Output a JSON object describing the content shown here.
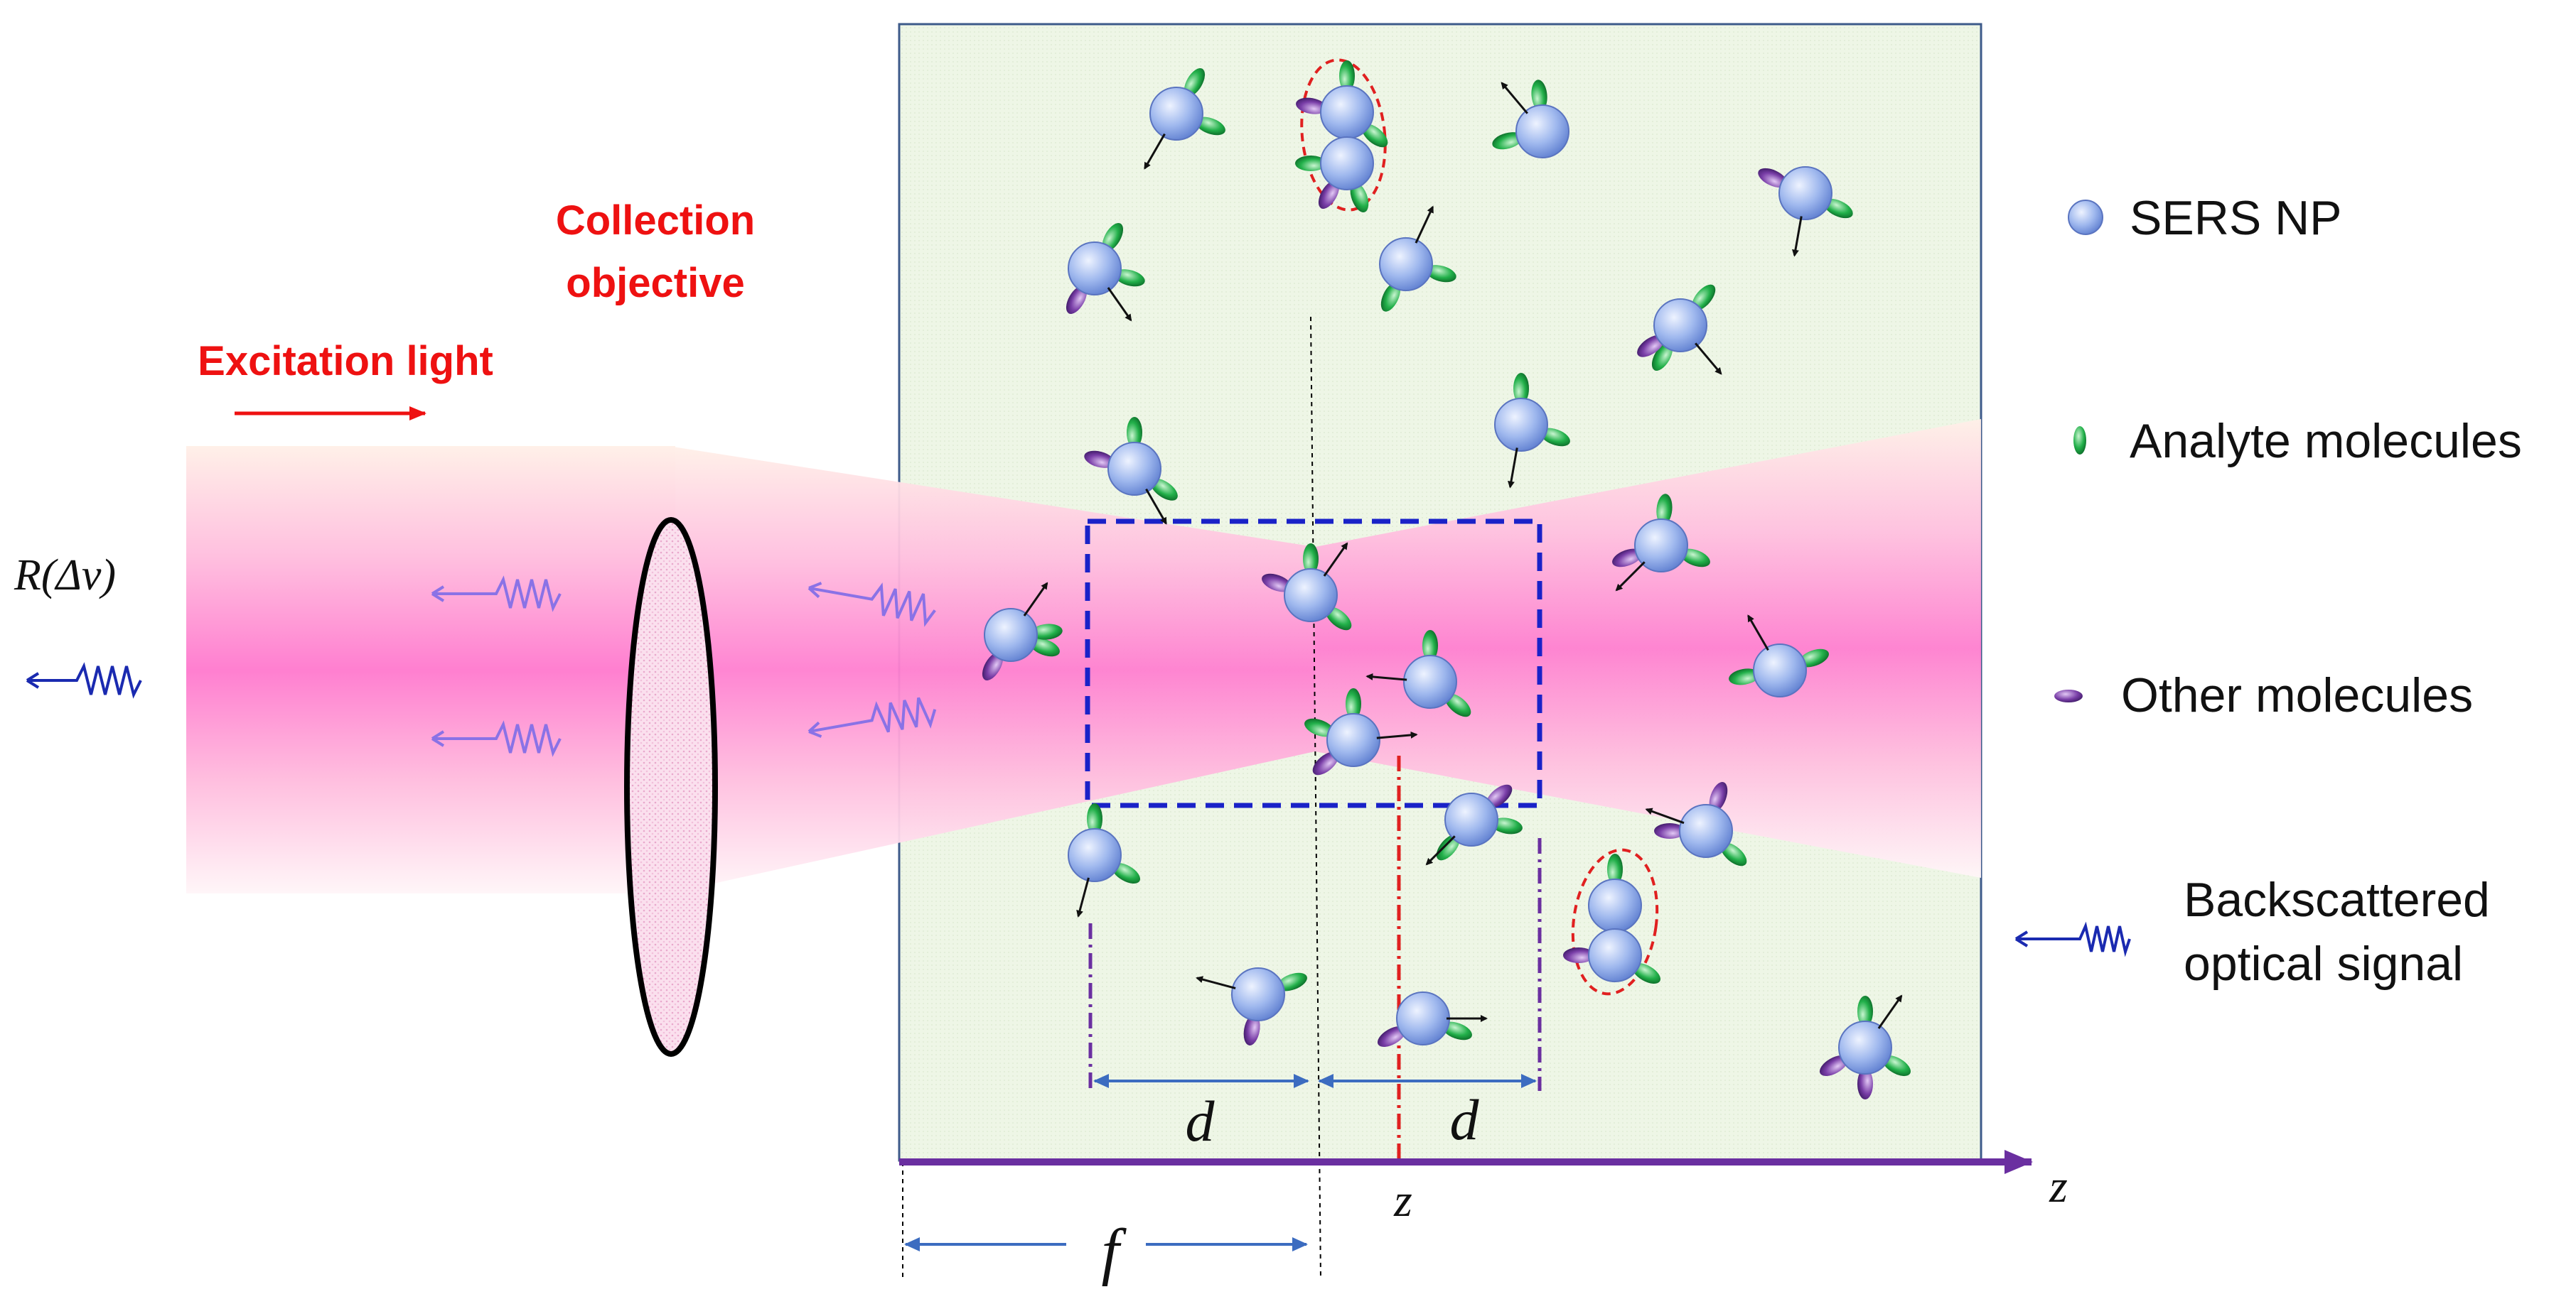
{
  "labels": {
    "collection_line1": "Collection",
    "collection_line2": "objective",
    "excitation": "Excitation light",
    "r_delta": "R(Δv)",
    "d_left": "d",
    "d_right": "d",
    "z_marker": "z",
    "z_axis": "z",
    "f": "f"
  },
  "legend": [
    {
      "label": "SERS NP",
      "icon": "nanoparticle-icon"
    },
    {
      "label": "Analyte molecules",
      "icon": "analyte-molecule-icon"
    },
    {
      "label": "Other molecules",
      "icon": "other-molecule-icon"
    },
    {
      "label": "Backscattered",
      "label2": "optical  signal",
      "icon": "backscattered-signal-icon"
    }
  ],
  "colors": {
    "excitation": "#ee1111",
    "beam_core": "#ff7fd0",
    "beam_edge": "#ffe4ef",
    "sample_bg": "#eef6e6",
    "frame": "#3d5a8a",
    "nanoparticle": "#8aa8e6",
    "analyte": "#22b04a",
    "other": "#7a3fa8",
    "focal_box": "#1a22c8",
    "axis": "#6a2fa0",
    "dimension": "#3c6cc0",
    "signal": "#1a2ab0",
    "dimer_outline": "#e02020"
  }
}
